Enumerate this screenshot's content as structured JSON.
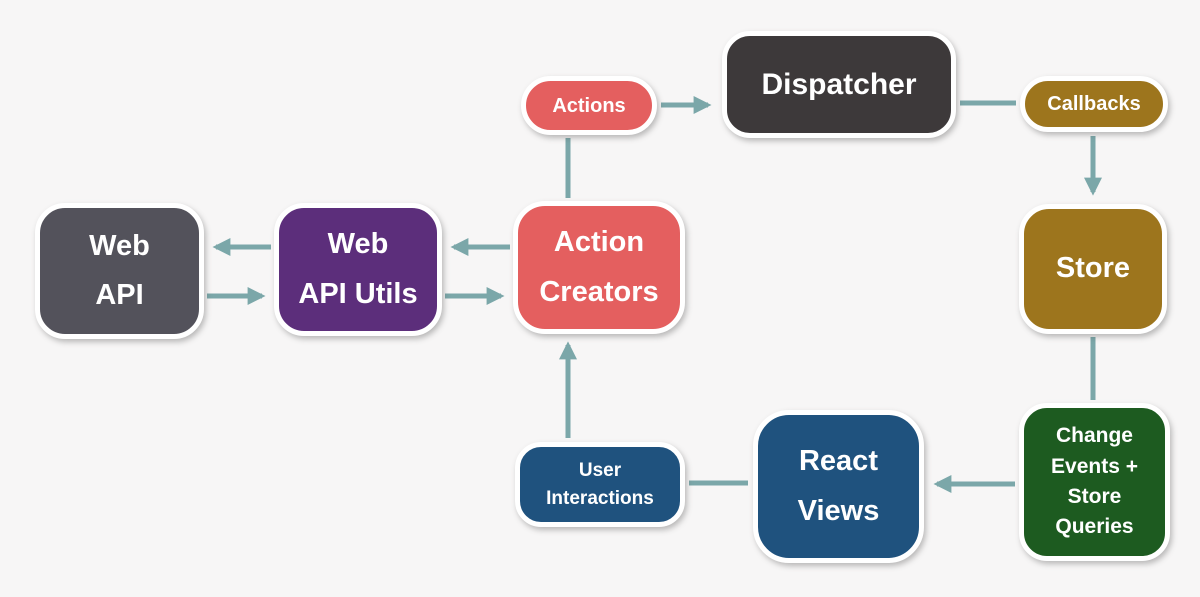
{
  "colors": {
    "background": "#F7F6F6",
    "arrow": "#7BA7A9",
    "node_border": "#FFFFFF",
    "node_text": "#FFFFFF",
    "salmon": "#E45F5F",
    "charcoal": "#3D393A",
    "gray": "#53525B",
    "purple": "#5C2E7B",
    "gold": "#9D751D",
    "blue": "#1F527E",
    "green": "#1D5B20"
  },
  "nodes": {
    "web_api": {
      "label": [
        "Web",
        "API"
      ],
      "color": "#53525B"
    },
    "web_api_utils": {
      "label": [
        "Web",
        "API Utils"
      ],
      "color": "#5C2E7B"
    },
    "action_creators": {
      "label": [
        "Action",
        "Creators"
      ],
      "color": "#E45F5F"
    },
    "actions": {
      "label": "Actions",
      "color": "#E45F5F"
    },
    "dispatcher": {
      "label": "Dispatcher",
      "color": "#3D393A"
    },
    "callbacks": {
      "label": "Callbacks",
      "color": "#9D751D"
    },
    "store": {
      "label": "Store",
      "color": "#9D751D"
    },
    "change_events": {
      "label": [
        "Change",
        "Events +",
        "Store",
        "Queries"
      ],
      "color": "#1D5B20"
    },
    "react_views": {
      "label": [
        "React",
        "Views"
      ],
      "color": "#1F527E"
    },
    "user_interactions": {
      "label": [
        "User",
        "Interactions"
      ],
      "color": "#1F527E"
    }
  },
  "edges": [
    {
      "from": "actions",
      "to": "dispatcher",
      "arrowhead": true
    },
    {
      "from": "dispatcher",
      "to": "callbacks",
      "arrowhead": false
    },
    {
      "from": "callbacks",
      "to": "store",
      "arrowhead": true
    },
    {
      "from": "store",
      "to": "change_events",
      "arrowhead": false
    },
    {
      "from": "change_events",
      "to": "react_views",
      "arrowhead": true
    },
    {
      "from": "react_views",
      "to": "user_interactions",
      "arrowhead": false
    },
    {
      "from": "user_interactions",
      "to": "action_creators",
      "arrowhead": true
    },
    {
      "from": "action_creators",
      "to": "actions",
      "arrowhead": false
    },
    {
      "from": "web_api_utils",
      "to": "web_api",
      "arrowhead": true
    },
    {
      "from": "web_api",
      "to": "web_api_utils",
      "arrowhead": true
    },
    {
      "from": "action_creators",
      "to": "web_api_utils",
      "arrowhead": true
    },
    {
      "from": "web_api_utils",
      "to": "action_creators",
      "arrowhead": true
    }
  ]
}
